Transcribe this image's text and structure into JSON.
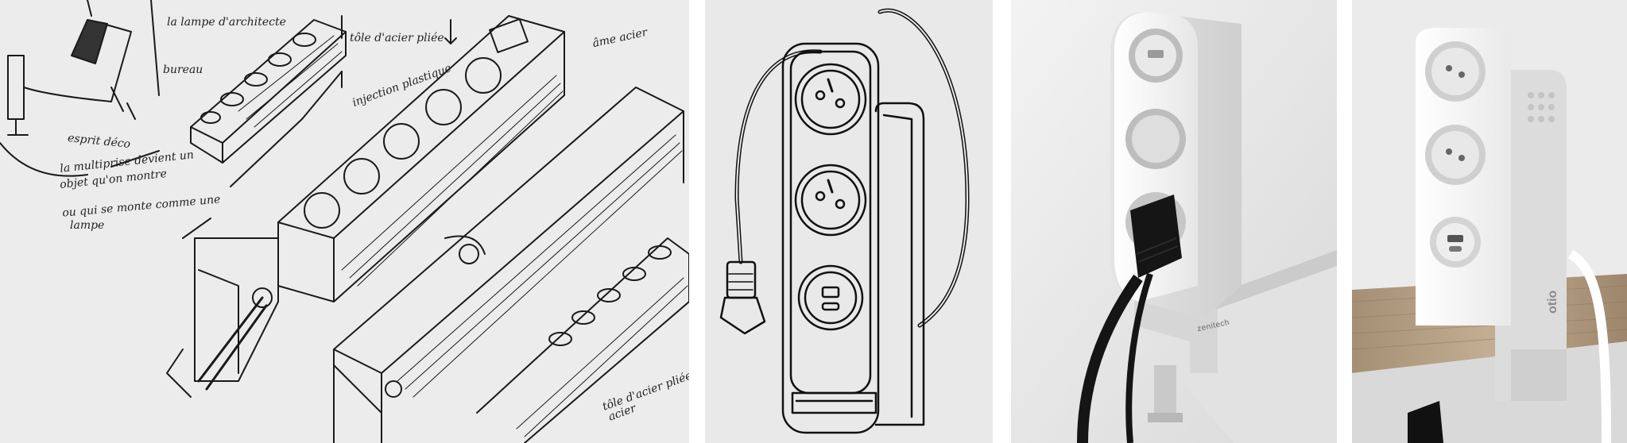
{
  "sketch": {
    "notes": {
      "lampe": "la lampe d'architecte",
      "bureau": "bureau",
      "tole": "tôle d'acier pliée",
      "plastique": "injection plastique",
      "ame": "âme acier",
      "esprit": "esprit déco",
      "multiprise": "la multiprise devient un",
      "objet": "objet qu'on montre",
      "lampe_line": "ou qui se monte comme une",
      "lampe2": "lampe",
      "tole2": "tôle d'acier pliée",
      "acier": "acier"
    }
  },
  "product": {
    "brand_left": "zenitech",
    "brand_right": "otio"
  },
  "colors": {
    "sketch_bg": "#ececec",
    "line_ink": "#1a1a1a",
    "plastic_white": "#f7f7f7",
    "desk_wood": "#b8a78f",
    "cable_black": "#151515"
  }
}
